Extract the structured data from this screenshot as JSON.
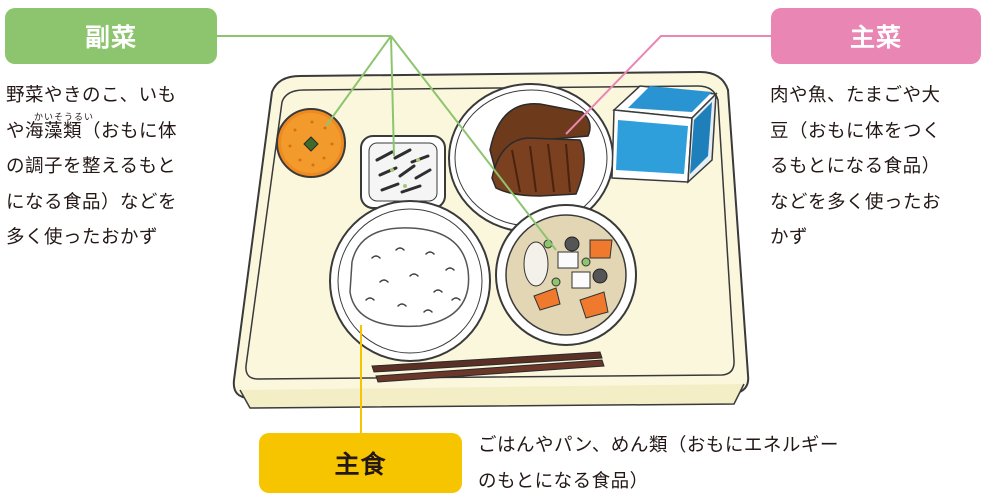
{
  "colors": {
    "fukusai_green": "#8cc56e",
    "shusai_pink": "#ea86b4",
    "shushoku_yellow": "#f7c500",
    "tray": "#fbf7dd",
    "outline": "#3a3a3a"
  },
  "fukusai": {
    "title": "副菜",
    "lines": [
      "野菜やきのこ、いも",
      "や海藻類（おもに体",
      "の調子を整えるもと",
      "になる食品）などを",
      "多く使ったおかず"
    ],
    "ruby": "かいそうるい"
  },
  "shusai": {
    "title": "主菜",
    "lines": [
      "肉や魚、たまごや大",
      "豆（おもに体をつく",
      "るもとになる食品）",
      "などを多く使ったお",
      "かず"
    ]
  },
  "shushoku": {
    "title": "主食",
    "lines": [
      "ごはんやパン、めん類（おもにエネルギー",
      "のもとになる食品）"
    ]
  },
  "illustration": {
    "items": [
      "orange",
      "seaweed-side-dish",
      "grilled-fish",
      "milk-carton",
      "rice-bowl",
      "vegetable-soup",
      "chopsticks",
      "tray"
    ]
  }
}
